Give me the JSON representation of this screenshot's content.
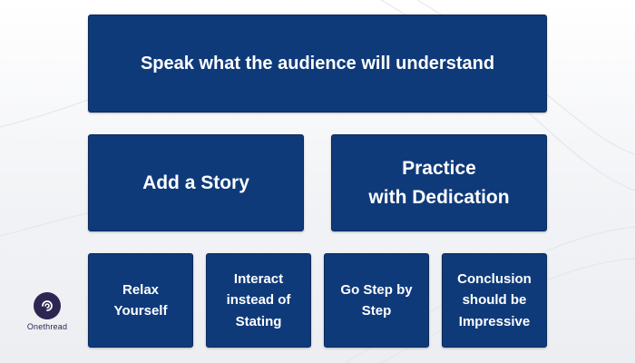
{
  "diagram": {
    "top": {
      "text": "Speak what the audience will understand"
    },
    "middle": [
      {
        "text": "Add a Story"
      },
      {
        "text": "Practice\nwith Dedication"
      }
    ],
    "bottom": [
      {
        "text": "Relax\nYourself"
      },
      {
        "text": "Interact\ninstead of\nStating"
      },
      {
        "text": "Go Step by\nStep"
      },
      {
        "text": "Conclusion\nshould be\nImpressive"
      }
    ]
  },
  "logo": {
    "name": "Onethread"
  },
  "colors": {
    "box_fill": "#0f3a7a",
    "box_text": "#ffffff",
    "logo": "#2e2552"
  }
}
